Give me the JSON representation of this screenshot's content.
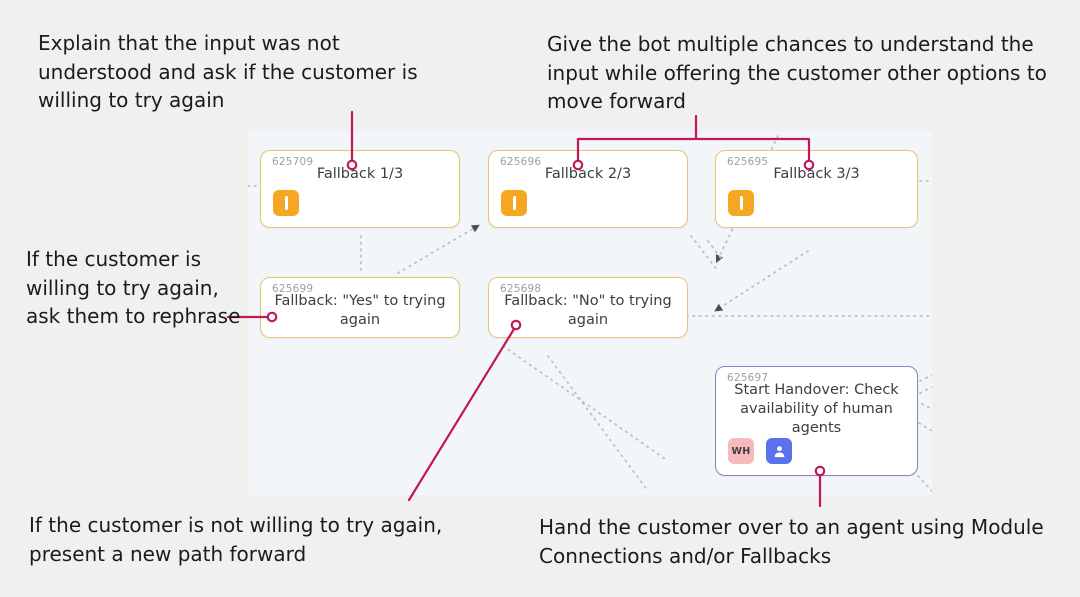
{
  "page": {
    "background_color": "#f0f0ef",
    "canvas_background_color": "#f2f6f9",
    "annotation_color": "#c2185b"
  },
  "annotations": [
    {
      "name": "annotation-explain-input-not-understood",
      "text": "Explain that the input was not understood and ask if the customer is willing to try again",
      "position": "top-left",
      "points_to": "node-fallback-1"
    },
    {
      "name": "annotation-multiple-chances",
      "text": "Give the bot multiple chances to understand the input while offering the customer other options to move forward",
      "position": "top-right",
      "points_to": "node-fallback-2-and-3"
    },
    {
      "name": "annotation-willing-rephrase",
      "text": "If the customer is willing to try again, ask them to rephrase",
      "position": "middle-left",
      "points_to": "node-fallback-yes"
    },
    {
      "name": "annotation-not-willing-new-path",
      "text": "If the customer is not willing to try again, present a new path forward",
      "position": "bottom-left",
      "points_to": "node-fallback-no"
    },
    {
      "name": "annotation-handover-to-agent",
      "text": "Hand the customer over to an agent using Module Connections and/or Fallbacks",
      "position": "bottom-right",
      "points_to": "node-start-handover"
    }
  ],
  "canvas": {
    "nodes": [
      {
        "name": "node-fallback-1",
        "id": "625709",
        "title": "Fallback 1/3",
        "type": "fallback",
        "border_color": "#e8c37a",
        "badges": [
          {
            "kind": "warning",
            "label": "!",
            "color": "#f5a623"
          }
        ]
      },
      {
        "name": "node-fallback-2",
        "id": "625696",
        "title": "Fallback 2/3",
        "type": "fallback",
        "border_color": "#e8c37a",
        "badges": [
          {
            "kind": "warning",
            "label": "!",
            "color": "#f5a623"
          }
        ]
      },
      {
        "name": "node-fallback-3",
        "id": "625695",
        "title": "Fallback 3/3",
        "type": "fallback",
        "border_color": "#e8c37a",
        "badges": [
          {
            "kind": "warning",
            "label": "!",
            "color": "#f5a623"
          }
        ]
      },
      {
        "name": "node-fallback-yes",
        "id": "625699",
        "title": "Fallback: \"Yes\" to trying again",
        "type": "fallback",
        "border_color": "#e8c37a",
        "badges": []
      },
      {
        "name": "node-fallback-no",
        "id": "625698",
        "title": "Fallback: \"No\" to trying again",
        "type": "fallback",
        "border_color": "#e8c37a",
        "badges": []
      },
      {
        "name": "node-start-handover",
        "id": "625697",
        "title": "Start Handover: Check availability of human agents",
        "type": "handover",
        "border_color": "#8a82c4",
        "badges": [
          {
            "kind": "wh",
            "label": "WH",
            "color": "#f7b9bc"
          },
          {
            "kind": "agent",
            "label": "agent-icon",
            "color": "#5b72ef"
          }
        ]
      }
    ]
  }
}
